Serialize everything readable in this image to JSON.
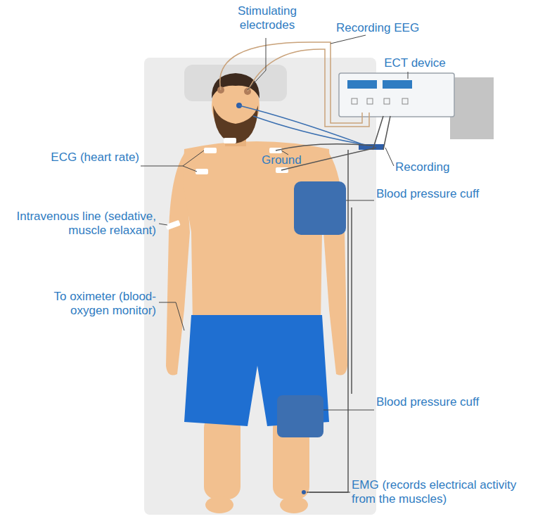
{
  "diagram": {
    "labels": [
      "Stimulating electrodes",
      "Recording EEG",
      "ECT device",
      "ECG (heart rate)",
      "Ground",
      "Recording",
      "Blood pressure cuff",
      "Intravenous line (sedative, muscle relaxant)",
      "To oximeter (blood-oxygen monitor)",
      "Blood pressure cuff",
      "EMG (records electrical activity from the muscles)"
    ]
  }
}
